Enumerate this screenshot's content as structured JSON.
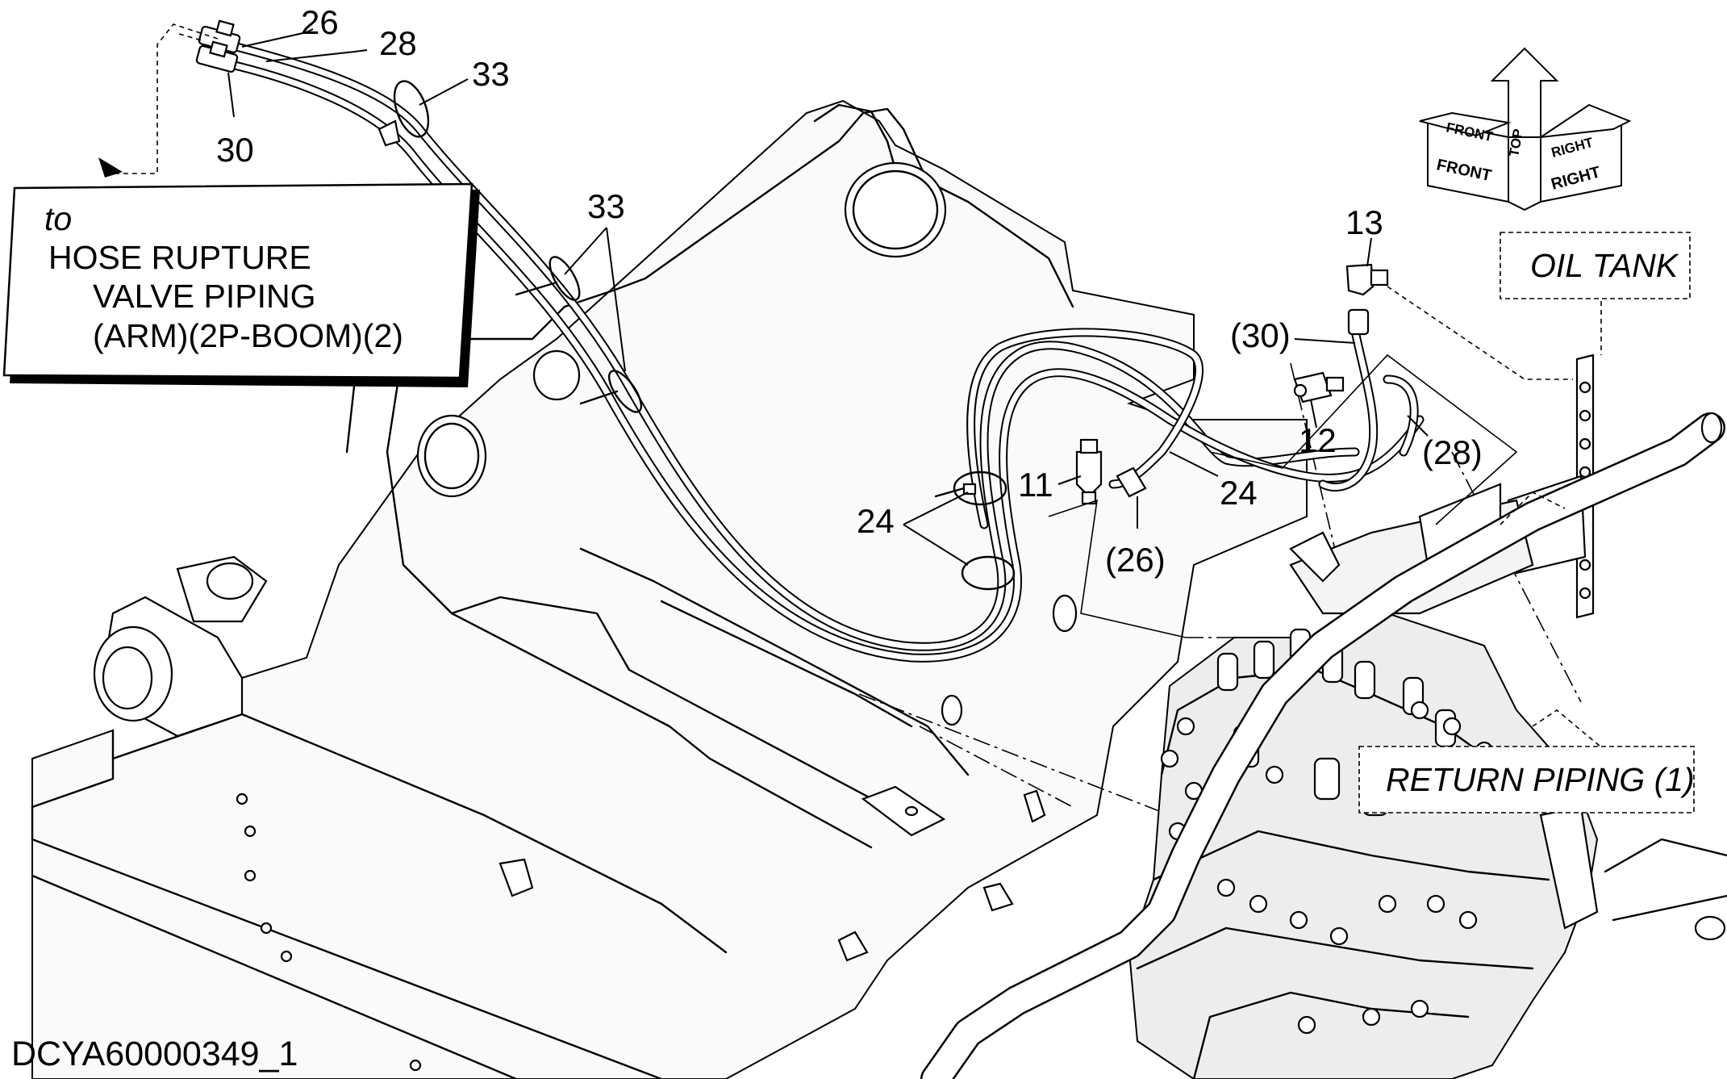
{
  "drawing_code": "DCYA60000349_1",
  "callout_box": {
    "line1": "to",
    "line2": "HOSE RUPTURE",
    "line3": "VALVE PIPING",
    "line4": "(ARM)(2P-BOOM)(2)"
  },
  "oil_tank_label": "OIL TANK",
  "return_piping_label": "RETURN PIPING (1)",
  "orientation": {
    "front_back": "FRONT",
    "front_face": "FRONT",
    "top": "TOP",
    "right_back": "RIGHT",
    "right_face": "RIGHT"
  },
  "part_numbers": {
    "p26_top": "26",
    "p28_top": "28",
    "p33_top": "33",
    "p30_left": "30",
    "p33_mid": "33",
    "p13": "13",
    "p30_paren": "(30)",
    "p12": "12",
    "p28_paren": "(28)",
    "p11": "11",
    "p24_right": "24",
    "p24_left": "24",
    "p26_paren": "(26)"
  }
}
